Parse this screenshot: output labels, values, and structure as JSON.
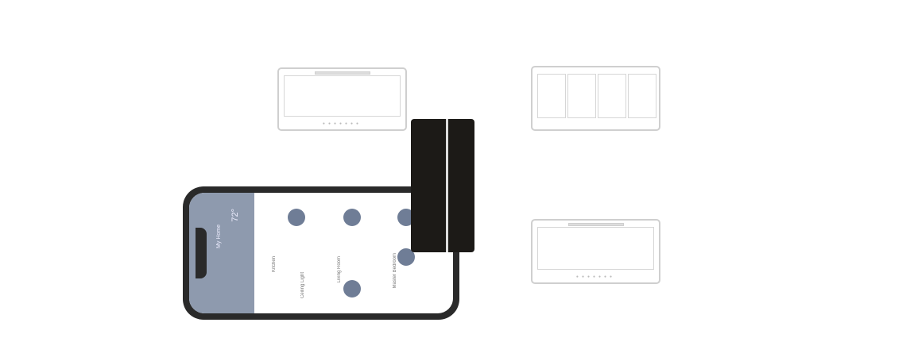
{
  "phone_app": {
    "home_title": "My Home",
    "temperature": "72°",
    "rooms": [
      "Kitchen",
      "Living Room",
      "Master Bedroom"
    ],
    "device_label": "Ceiling Light",
    "accent_color": "#6f7d96"
  }
}
